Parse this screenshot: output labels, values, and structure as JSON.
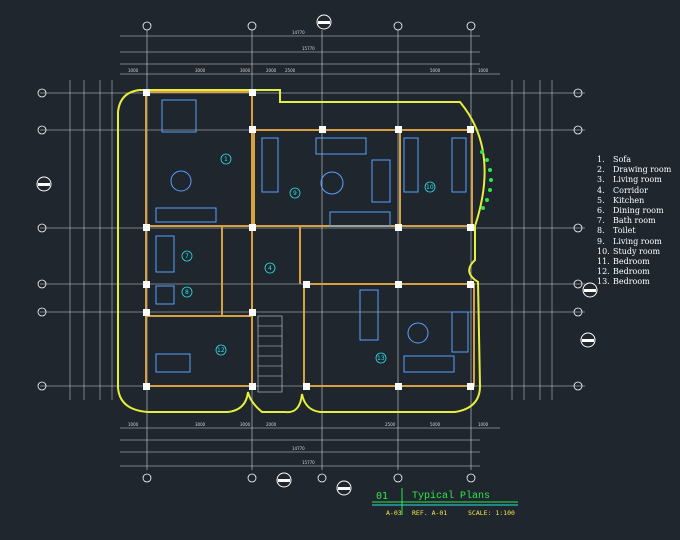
{
  "legend": [
    {
      "num": "1.",
      "label": "Sofa"
    },
    {
      "num": "2.",
      "label": "Drawing room"
    },
    {
      "num": "3.",
      "label": "Living room"
    },
    {
      "num": "4.",
      "label": "Corridor"
    },
    {
      "num": "5.",
      "label": "Kitchen"
    },
    {
      "num": "6.",
      "label": "Dining room"
    },
    {
      "num": "7.",
      "label": "Bath room"
    },
    {
      "num": "8.",
      "label": "Toilet"
    },
    {
      "num": "9.",
      "label": "Living room"
    },
    {
      "num": "10.",
      "label": "Study room"
    },
    {
      "num": "11.",
      "label": "Bedroom"
    },
    {
      "num": "12.",
      "label": "Bedroom"
    },
    {
      "num": "13.",
      "label": "Bedroom"
    }
  ],
  "title_block": {
    "number": "01",
    "title": "Typical  Plans",
    "ref_a": "A-03",
    "ref_b": "REF. A-01",
    "scale": "SCALE: 1:100"
  },
  "room_tags": [
    "1",
    "9",
    "10",
    "7",
    "4",
    "8",
    "12",
    "13"
  ],
  "top_dims": [
    "1000",
    "3000",
    "3000",
    "2000",
    "2500",
    "5000",
    "1000"
  ],
  "bottom_dims": [
    "1000",
    "3000",
    "3000",
    "2000",
    "2500",
    "5000",
    "1000"
  ],
  "totals": [
    "14770",
    "15770",
    "15770",
    "14770"
  ],
  "colors": {
    "background": "#1f262e",
    "outline": "#e6f03c",
    "grid": "#ffffff",
    "walls": "#d8a040",
    "furniture": "#5aa0ff",
    "tags": "#2be0e6",
    "accent": "#2ee84a"
  }
}
